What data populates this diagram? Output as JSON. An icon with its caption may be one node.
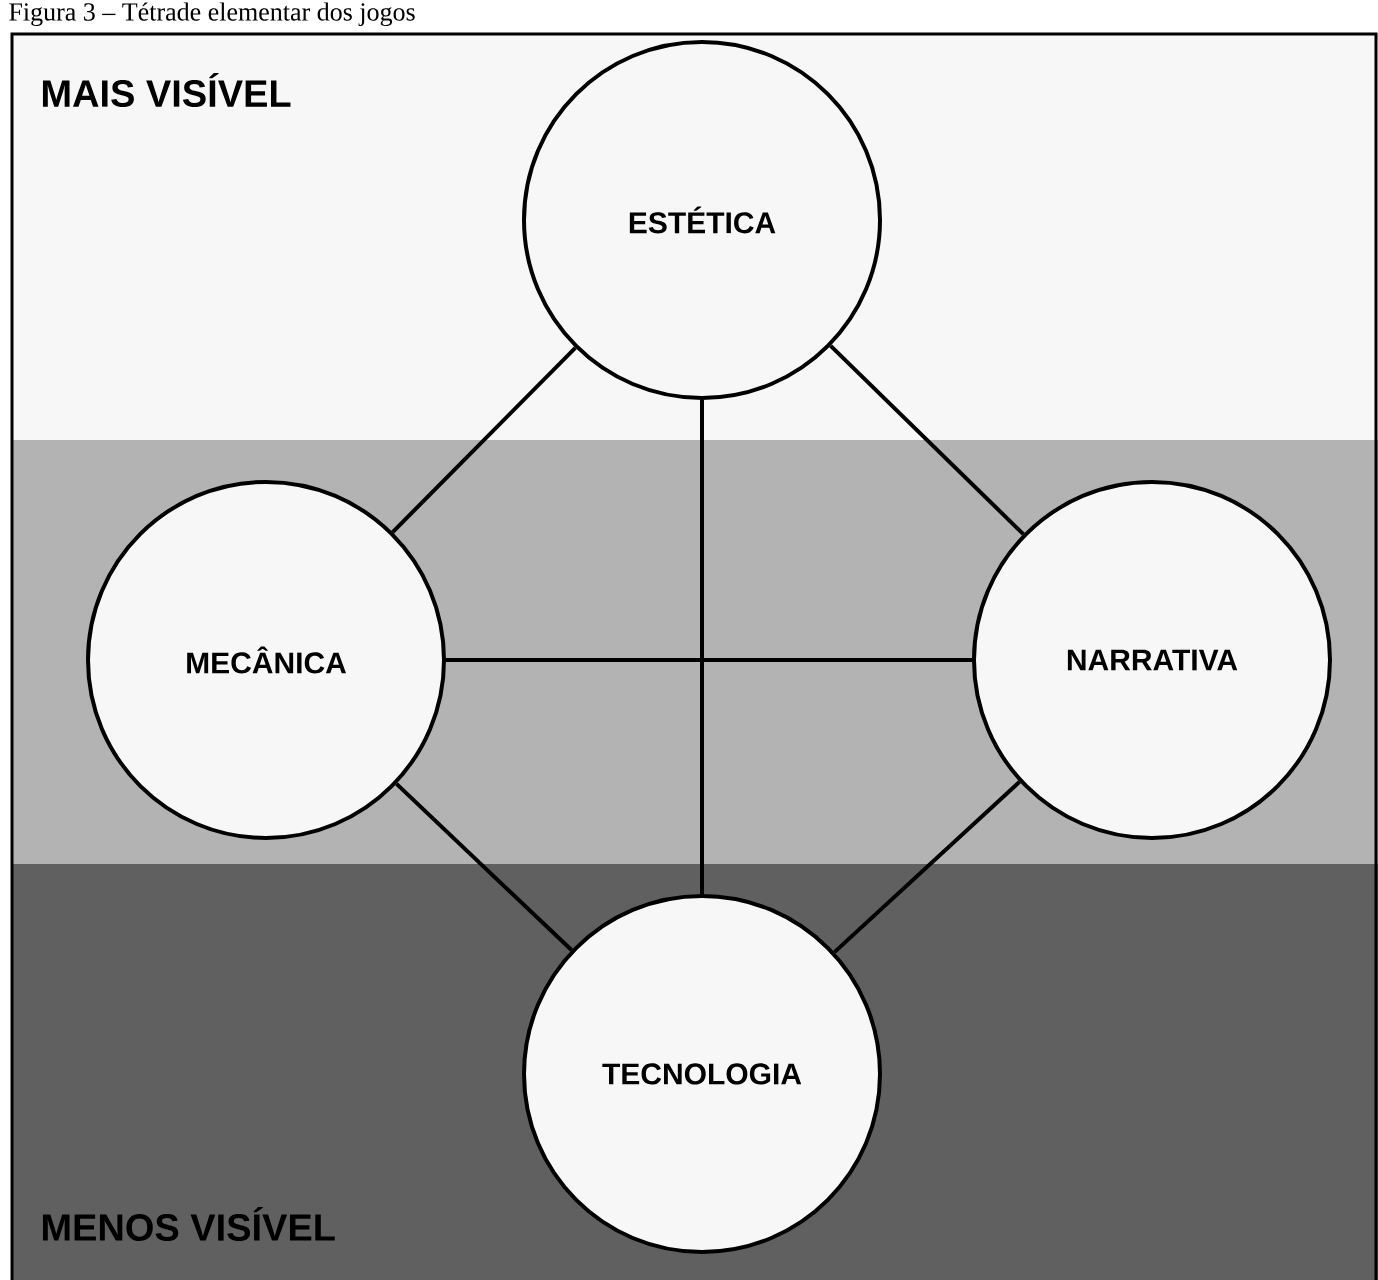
{
  "diagram": {
    "title": "Figura 3 – Tétrade elementar dos jogos",
    "nodes": [
      {
        "text": [
          "ESTÉTICA"
        ]
      },
      {
        "text": [
          "MECÂNICA"
        ]
      },
      {
        "text": [
          "NARRATIVA"
        ]
      },
      {
        "text": [
          "TECNOLOGIA"
        ]
      }
    ],
    "edges": [
      {
        "from": 0,
        "to": 1,
        "arrow": "none"
      },
      {
        "from": 0,
        "to": 2,
        "arrow": "none"
      },
      {
        "from": 0,
        "to": 3,
        "arrow": "none"
      },
      {
        "from": 1,
        "to": 2,
        "arrow": "none"
      },
      {
        "from": 1,
        "to": 3,
        "arrow": "none"
      },
      {
        "from": 2,
        "to": 3,
        "arrow": "none"
      }
    ],
    "labels": [
      "MAIS VISÍVEL",
      "MENOS VISÍVEL"
    ]
  }
}
